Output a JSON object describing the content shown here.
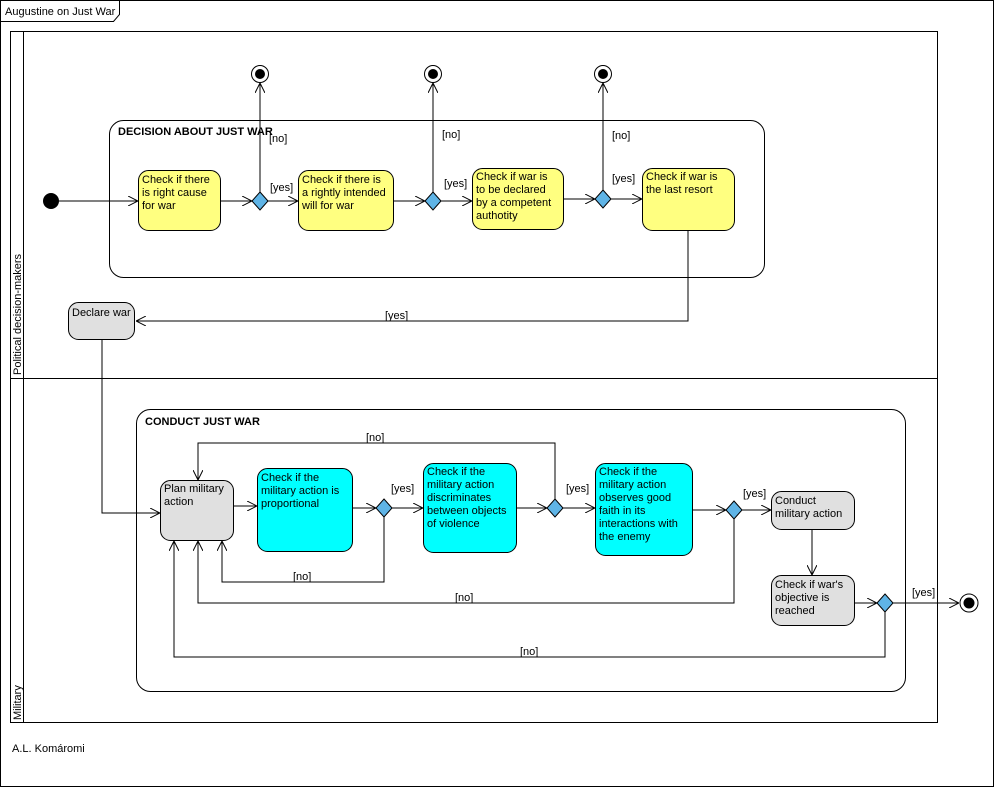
{
  "frame": {
    "title": "Augustine on Just War"
  },
  "lanes": [
    {
      "label": "Political decision-makers"
    },
    {
      "label": "Military"
    }
  ],
  "regions": {
    "decision": {
      "title": "DECISION ABOUT JUST WAR"
    },
    "conduct": {
      "title": "CONDUCT JUST WAR"
    }
  },
  "actions": {
    "right_cause": [
      "Check if there",
      "is right cause",
      "for war"
    ],
    "right_intention": [
      "Check if there is",
      "a rightly intended",
      "will for war"
    ],
    "competent_authority": [
      "Check if war is",
      "to be declared",
      "by a competent",
      "authotity"
    ],
    "last_resort": [
      "Check if war is",
      "the last resort"
    ],
    "declare_war": [
      "Declare war"
    ],
    "plan": [
      "Plan military",
      "action"
    ],
    "proportional": [
      "Check if the",
      "military action is",
      "proportional"
    ],
    "discriminates": [
      "Check if the",
      "military action",
      "discriminates",
      "between objects",
      "of violence"
    ],
    "good_faith": [
      "Check if the",
      "military action",
      "observes good",
      "faith in its",
      "interactions with",
      "the enemy"
    ],
    "conduct": [
      "Conduct",
      "military action"
    ],
    "objective": [
      "Check if war's",
      "objective is",
      "reached"
    ]
  },
  "guards": {
    "yes": "[yes]",
    "no": "[no]"
  },
  "footer": {
    "author": "A.L. Komáromi"
  },
  "colors": {
    "decision_action": "#ffff80",
    "conduct_action": "#00ffff",
    "neutral_action": "#e0e0e0",
    "decision_diamond": "#5fb4e6"
  }
}
